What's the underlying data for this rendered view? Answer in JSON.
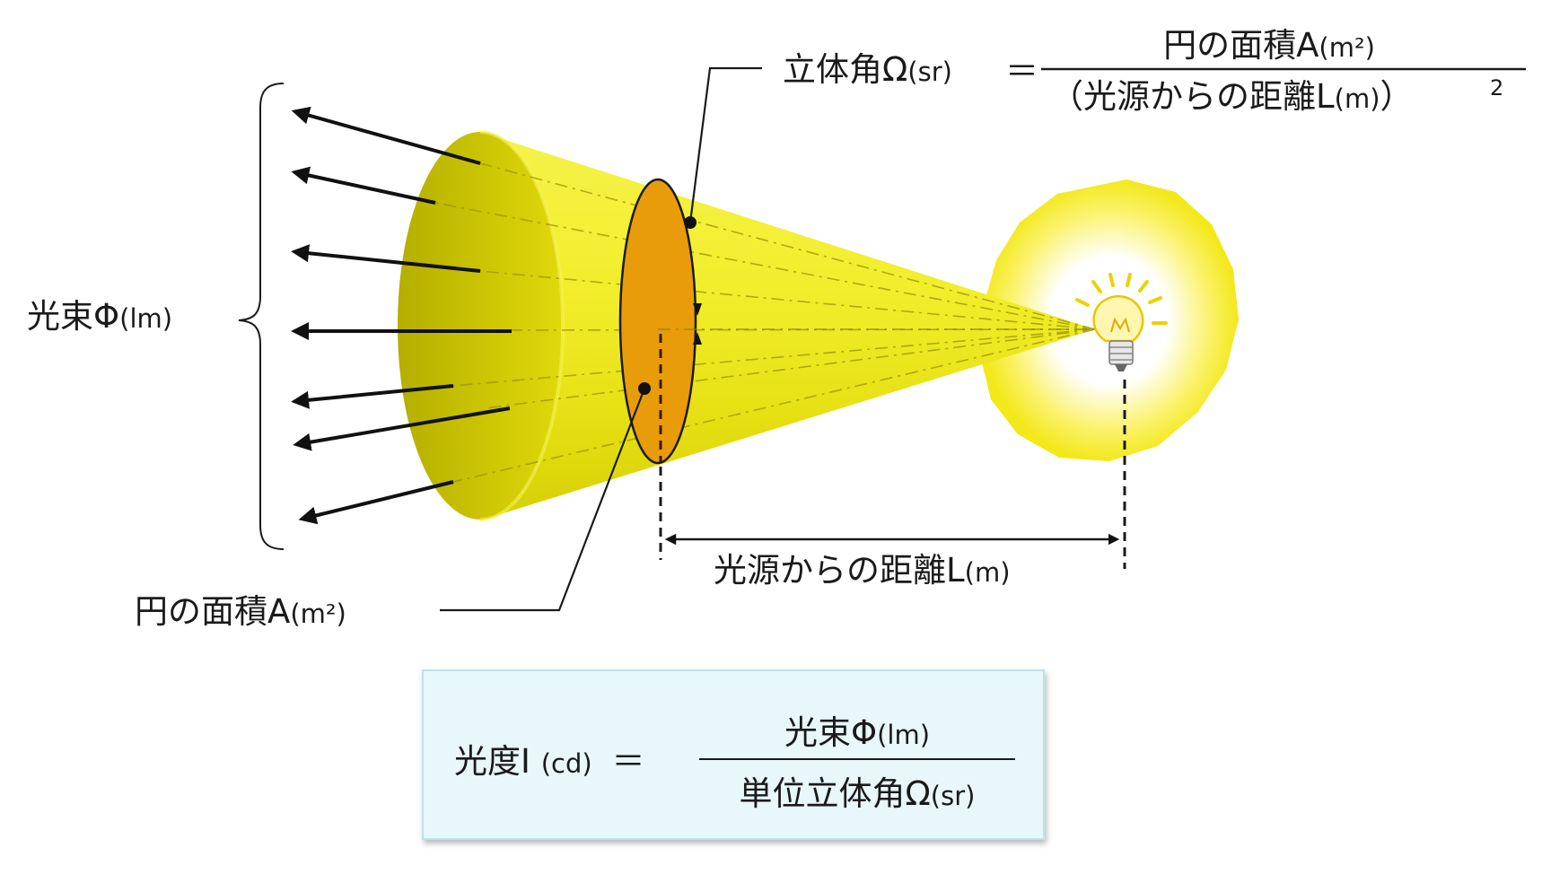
{
  "labels": {
    "flux_main": "光束Φ",
    "flux_unit": "(lm)",
    "area_main": "円の面積A",
    "area_unit": "(m²)",
    "distance_main": "光源からの距離L",
    "distance_unit": "(m)"
  },
  "solid_angle_formula": {
    "lhs_main": "立体角Ω",
    "lhs_unit": "(sr)",
    "equals": "＝",
    "numerator_main": "円の面積A",
    "numerator_unit": "(m²)",
    "denominator_open": "（",
    "denominator_main": "光源からの距離L",
    "denominator_unit": "(m)",
    "denominator_close": "）",
    "exponent": "2"
  },
  "intensity_formula": {
    "lhs_main": "光度I",
    "lhs_unit": "(cd)",
    "equals": "＝",
    "numerator_main": "光束Φ",
    "numerator_unit": "(lm)",
    "denominator_main": "単位立体角Ω",
    "denominator_unit": "(sr)"
  },
  "colors": {
    "cone_light": "#f3ef3a",
    "cone_mid": "#e3dc10",
    "cone_dark": "#aaa400",
    "cross_section": "#e89c0a",
    "glow_center": "#ffffff",
    "glow_edge": "#f5ec20",
    "formula_box_bg": "#e7f7fa",
    "line": "#1a1a1a"
  },
  "icons": [
    "light-bulb-icon",
    "brace-icon",
    "arrow-icon"
  ]
}
